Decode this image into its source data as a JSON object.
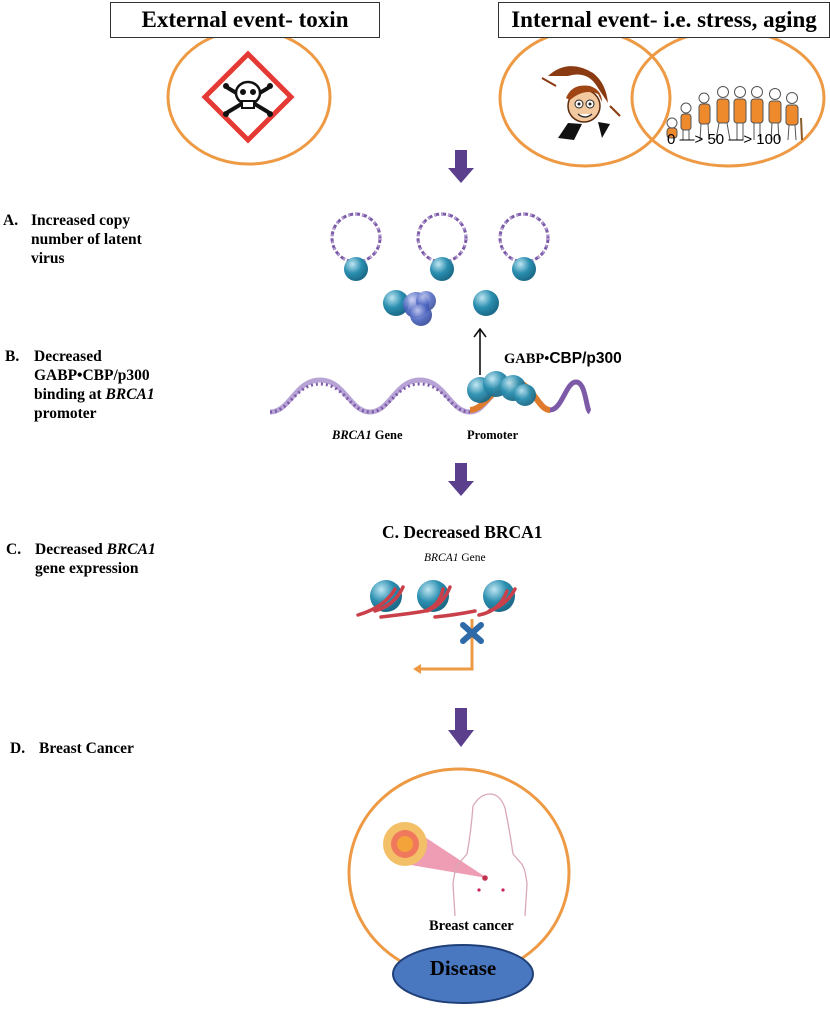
{
  "headers": {
    "external": "External event- toxin",
    "internal": "Internal event- i.e. stress, aging"
  },
  "aging_scale": {
    "start": "0",
    "mid": "50",
    "end": "100"
  },
  "steps": {
    "a": {
      "letter": "A.",
      "lines": [
        "Increased copy",
        "number of latent",
        "virus"
      ]
    },
    "b": {
      "letter": "B.",
      "line1": "Decreased",
      "line2": "GABP•CBP/p300",
      "line3_prefix": "binding at ",
      "line3_gene": "BRCA1",
      "line4": "promoter"
    },
    "c": {
      "letter": "C.",
      "line1_prefix": "Decreased ",
      "line1_gene": "BRCA1",
      "line2": "gene expression"
    },
    "d": {
      "letter": "D.",
      "text": "Breast Cancer"
    }
  },
  "labels": {
    "complex": "GABP•CBP/p300",
    "complex_prefix": "GABP•",
    "complex_suffix": "CBP/p300",
    "brca1_gene_italic": "BRCA1",
    "gene_word": " Gene",
    "promoter": "Promoter",
    "decreased_brca1": "C. Decreased BRCA1",
    "breast_cancer": "Breast cancer",
    "disease": "Disease"
  },
  "colors": {
    "orange": "#ee9a45",
    "purple_arrow": "#5b3f8c",
    "dna_purple": "#7d5aa8",
    "dna_light": "#b7a3d6",
    "teal": "#2b8fb0",
    "red_hazard": "#e53935",
    "disease_blue": "#4a78c0",
    "nucleosome_red": "#c9404a"
  },
  "icons": [
    "skull-crossbones-icon",
    "stressed-woman-icon",
    "aging-figures-icon",
    "virus-plasmid-icon",
    "protein-complex-icon",
    "dna-helix-icon",
    "nucleosome-icon",
    "block-x-icon",
    "breast-anatomy-icon"
  ]
}
